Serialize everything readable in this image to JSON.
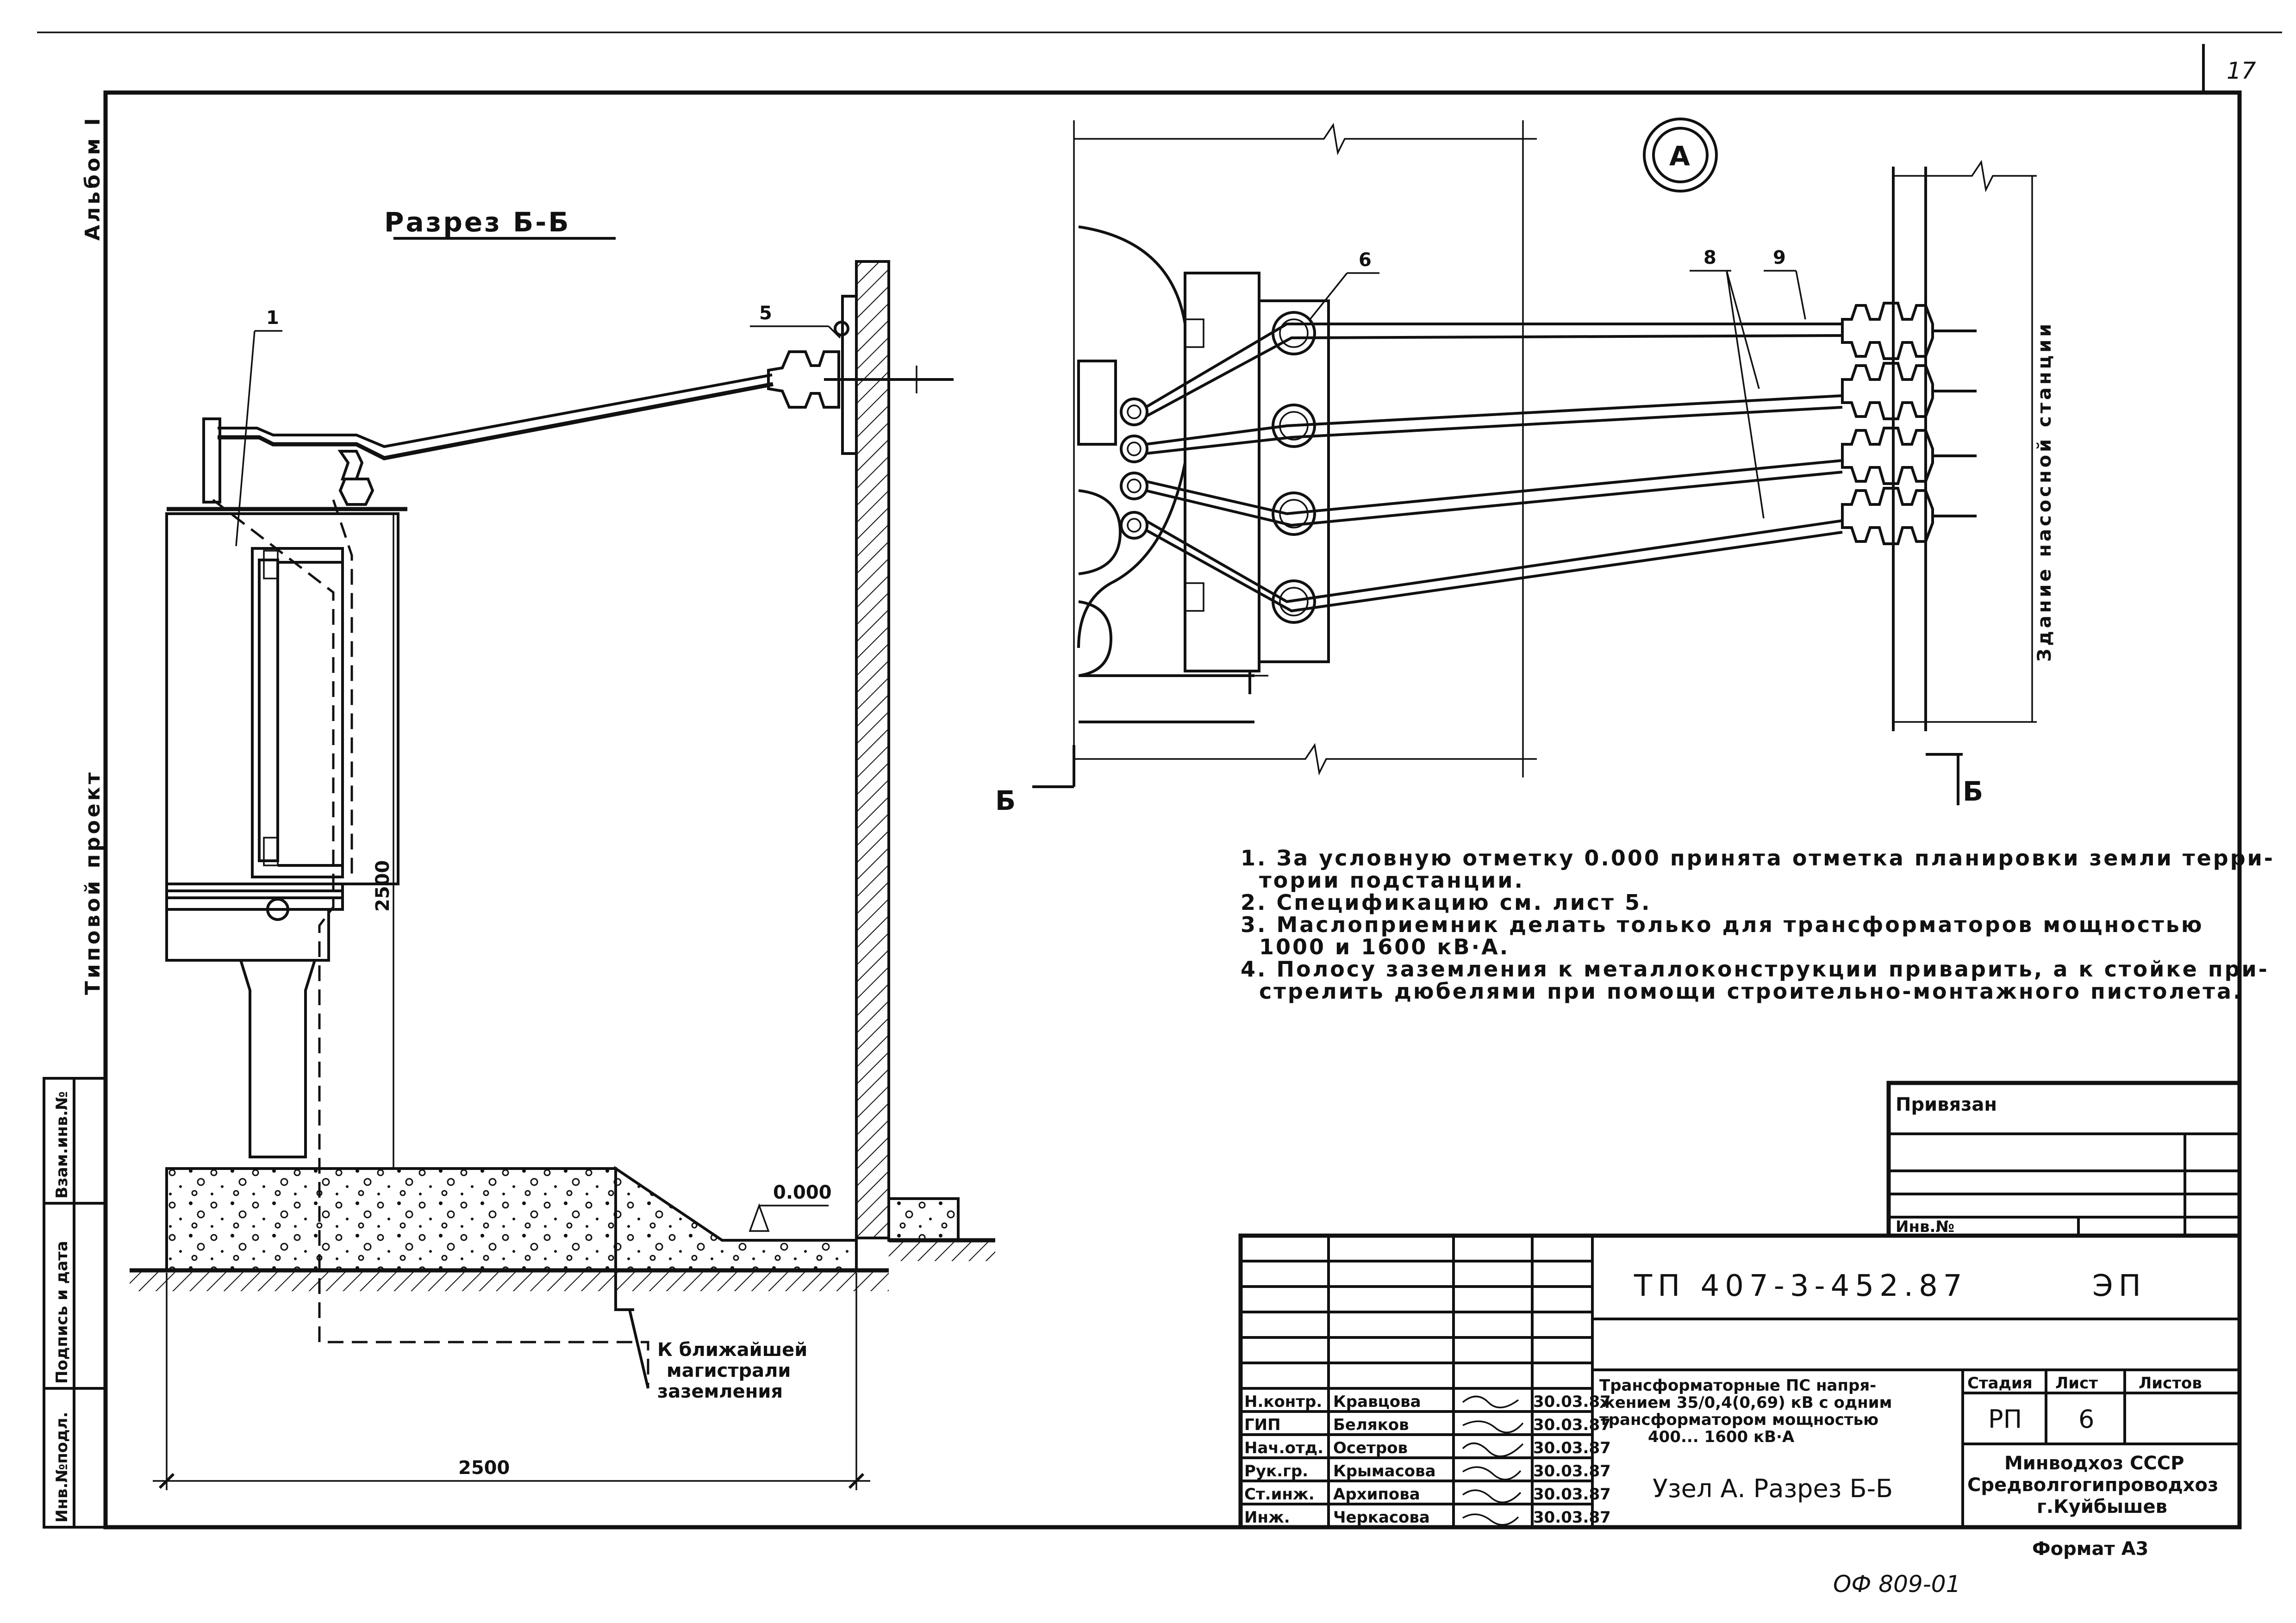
{
  "sheet": {
    "page_number": "17",
    "album": "Альбом I",
    "project_type": "Типовой проект",
    "margin_stamp": [
      "Инв.№подл.",
      "Подпись и дата",
      "Взам.инв.№"
    ]
  },
  "section": {
    "title": "Разрез Б-Б",
    "callout_1": "1",
    "callout_5": "5",
    "dimension_height": "2500",
    "dimension_width": "2500",
    "elevation": "0.000",
    "grounding_label": [
      "К ближайшей",
      "магистрали",
      "заземления"
    ]
  },
  "node_a": {
    "label": "А",
    "callout_6": "6",
    "callout_8": "8",
    "callout_9": "9",
    "building_label": "Здание насосной станции",
    "cut_mark_left": "Б",
    "cut_mark_right": "Б"
  },
  "notes": [
    "1. За условную отметку 0.000 принята отметка планировки земли терри-",
    "тории подстанции.",
    "2. Спецификацию см. лист 5.",
    "3. Маслоприемник делать только для трансформаторов мощностью",
    "1000 и 1600 кВ·А.",
    "4. Полосу заземления к металлоконструкции приварить, а к стойке при-",
    "стрелить дюбелями при помощи строительно-монтажного пистолета."
  ],
  "binding_box": {
    "title": "Привязан",
    "inv_label": "Инв.№"
  },
  "title_block": {
    "code": "ТП 407-3-452.87",
    "section_code": "ЭП",
    "description": [
      "Трансформаторные ПС напря-",
      "жением 35/0,4(0,69) кВ с одним",
      "трансформатором мощностью",
      "400... 1600 кВ·А"
    ],
    "drawing_name": "Узел А. Разрез Б-Б",
    "stage_label": "Стадия",
    "sheet_label": "Лист",
    "sheets_label": "Листов",
    "stage_value": "РП",
    "sheet_value": "6",
    "organization": [
      "Минводхоз СССР",
      "Средволгогипроводхоз",
      "г.Куйбышев"
    ],
    "format": "Формат А3",
    "signatures": [
      {
        "role": "Н.контр.",
        "name": "Кравцова",
        "date": "30.03.87"
      },
      {
        "role": "ГИП",
        "name": "Беляков",
        "date": "30.03.87"
      },
      {
        "role": "Нач.отд.",
        "name": "Осетров",
        "date": "30.03.87"
      },
      {
        "role": "Рук.гр.",
        "name": "Крымасова",
        "date": "30.03.87"
      },
      {
        "role": "Ст.инж.",
        "name": "Архипова",
        "date": "30.03.87"
      },
      {
        "role": "Инж.",
        "name": "Черкасова",
        "date": "30.03.87"
      }
    ]
  },
  "archive_mark": "ОФ 809-01"
}
